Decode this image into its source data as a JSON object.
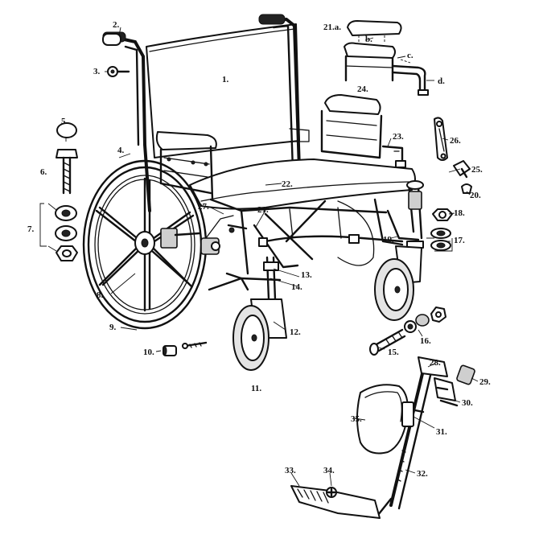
{
  "callouts": [
    {
      "label": "1."
    },
    {
      "label": "2."
    },
    {
      "label": "3."
    },
    {
      "label": "4."
    },
    {
      "label": "5."
    },
    {
      "label": "6."
    },
    {
      "label": "7."
    },
    {
      "label": "8."
    },
    {
      "label": "9."
    },
    {
      "label": "10."
    },
    {
      "label": "11."
    },
    {
      "label": "12."
    },
    {
      "label": "13."
    },
    {
      "label": "14."
    },
    {
      "label": "15."
    },
    {
      "label": "16."
    },
    {
      "label": "17."
    },
    {
      "label": "18."
    },
    {
      "label": "19."
    },
    {
      "label": "20."
    },
    {
      "label": "21."
    },
    {
      "label": "21.a."
    },
    {
      "label": "b."
    },
    {
      "label": "c."
    },
    {
      "label": "d."
    },
    {
      "label": "22."
    },
    {
      "label": "23."
    },
    {
      "label": "24."
    },
    {
      "label": "25."
    },
    {
      "label": "26."
    },
    {
      "label": "27."
    },
    {
      "label": "28."
    },
    {
      "label": "29."
    },
    {
      "label": "30."
    },
    {
      "label": "31."
    },
    {
      "label": "32."
    },
    {
      "label": "33."
    },
    {
      "label": "34."
    },
    {
      "label": "35."
    }
  ]
}
